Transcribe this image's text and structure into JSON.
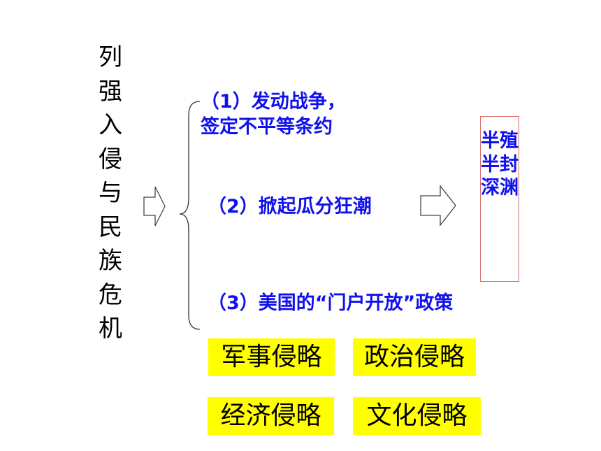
{
  "title_vertical": "列强入侵与民族危机",
  "items": [
    {
      "line1": "（1）发动战争，",
      "line2": "签定不平等条约"
    },
    {
      "line1": "（2）掀起瓜分狂潮"
    },
    {
      "line1": "（3）美国的“门户开放”政策"
    }
  ],
  "result": "半殖半封深渊",
  "tags": [
    "军事侵略",
    "政治侵略",
    "经济侵略",
    "文化侵略"
  ],
  "colors": {
    "item_text": "#1111ee",
    "tag_background": "#ffff00",
    "result_border": "#d96a6a"
  }
}
